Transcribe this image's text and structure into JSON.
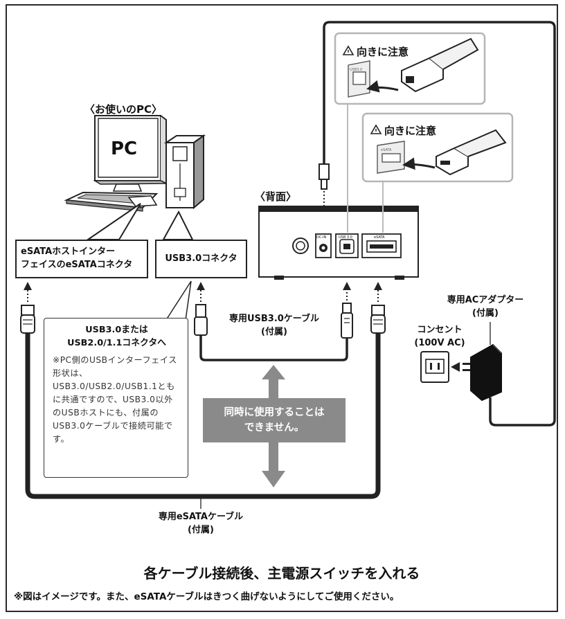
{
  "title_pc": "〈お使いのPC〉",
  "pc_screen_text": "PC",
  "title_back": "〈背面〉",
  "caution_text_1": "向きに注意",
  "caution_text_2": "向きに注意",
  "box_esata_line1": "eSATAホストインター",
  "box_esata_line2": "フェイスのeSATAコネクタ",
  "box_usb": "USB3.0コネクタ",
  "note_title_line1": "USB3.0または",
  "note_title_line2": "USB2.0/1.1コネクタへ",
  "note_body": "※PC側のUSBインターフェイス形状は、USB3.0/USB2.0/USB1.1ともに共通ですので、USB3.0以外のUSBホストにも、付属のUSB3.0ケーブルで接続可能です。",
  "usb_cable_line1": "専用USB3.0ケーブル",
  "usb_cable_line2": "(付属)",
  "esata_cable_line1": "専用eSATAケーブル",
  "esata_cable_line2": "(付属)",
  "ac_adapter_line1": "専用ACアダプター",
  "ac_adapter_line2": "(付属)",
  "outlet_line1": "コンセント",
  "outlet_line2": "(100V AC)",
  "warning_line1": "同時に使用することは",
  "warning_line2": "できません。",
  "port_dcin": "DC-IN",
  "port_usb": "USB 3.0",
  "port_esata": "eSATA",
  "inset_usb_label": "USB3.0",
  "inset_esata_label": "eSATA",
  "heading": "各ケーブル接続後、主電源スイッチを入れる",
  "footnote": "※図はイメージです。また、eSATAケーブルはきつく曲げないようにしてご使用ください。"
}
